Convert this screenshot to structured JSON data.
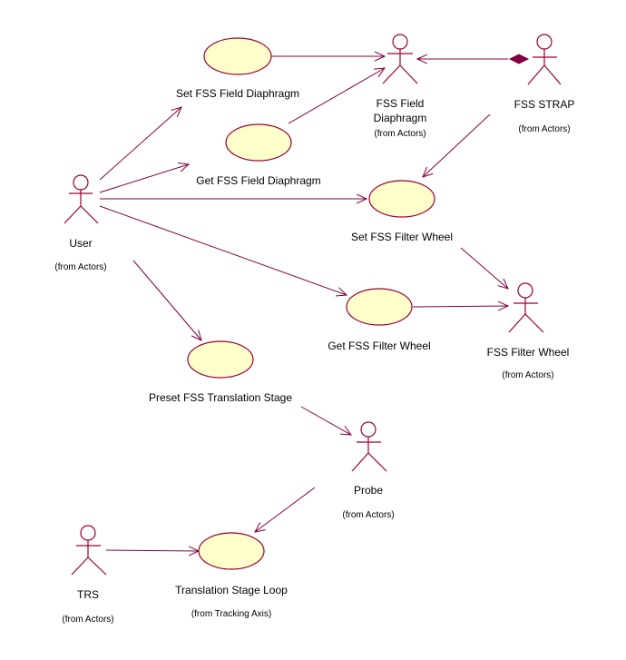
{
  "diagram": {
    "type": "uml-use-case",
    "colors": {
      "line": "#800040",
      "usecase_fill": "#ffffcc",
      "outline": "#990033",
      "text": "#000000"
    },
    "use_cases": [
      {
        "id": "uc-set-field",
        "label": "Set FSS Field Diaphragm"
      },
      {
        "id": "uc-get-field",
        "label": "Get FSS Field Diaphragm"
      },
      {
        "id": "uc-set-filter",
        "label": "Set FSS Filter Wheel"
      },
      {
        "id": "uc-get-filter",
        "label": "Get FSS Filter Wheel"
      },
      {
        "id": "uc-preset",
        "label": "Preset FSS Translation Stage"
      },
      {
        "id": "uc-loop",
        "label": "Translation Stage Loop",
        "package": "(from Tracking Axis)"
      }
    ],
    "actors": [
      {
        "id": "user",
        "label": "User",
        "package": "(from Actors)"
      },
      {
        "id": "fss-field",
        "label_line1": "FSS Field",
        "label_line2": "Diaphragm",
        "package": "(from Actors)"
      },
      {
        "id": "fss-strap",
        "label": "FSS STRAP",
        "package": "(from Actors)"
      },
      {
        "id": "fss-filter",
        "label": "FSS Filter Wheel",
        "package": "(from Actors)"
      },
      {
        "id": "probe",
        "label": "Probe",
        "package": "(from Actors)"
      },
      {
        "id": "trs",
        "label": "TRS",
        "package": "(from Actors)"
      }
    ],
    "associations": [
      {
        "from": "user",
        "to": "uc-set-field",
        "kind": "navigable"
      },
      {
        "from": "user",
        "to": "uc-get-field",
        "kind": "navigable"
      },
      {
        "from": "user",
        "to": "uc-set-filter",
        "kind": "navigable"
      },
      {
        "from": "user",
        "to": "uc-get-filter",
        "kind": "navigable"
      },
      {
        "from": "user",
        "to": "uc-preset",
        "kind": "navigable"
      },
      {
        "from": "uc-set-field",
        "to": "fss-field",
        "kind": "navigable"
      },
      {
        "from": "uc-get-field",
        "to": "fss-field",
        "kind": "navigable"
      },
      {
        "from": "fss-strap",
        "to": "fss-field",
        "kind": "composition"
      },
      {
        "from": "fss-strap",
        "to": "uc-set-filter",
        "kind": "navigable"
      },
      {
        "from": "uc-set-filter",
        "to": "fss-filter",
        "kind": "navigable"
      },
      {
        "from": "uc-get-filter",
        "to": "fss-filter",
        "kind": "navigable"
      },
      {
        "from": "uc-preset",
        "to": "probe",
        "kind": "navigable"
      },
      {
        "from": "probe",
        "to": "uc-loop",
        "kind": "navigable"
      },
      {
        "from": "trs",
        "to": "uc-loop",
        "kind": "navigable"
      }
    ]
  }
}
